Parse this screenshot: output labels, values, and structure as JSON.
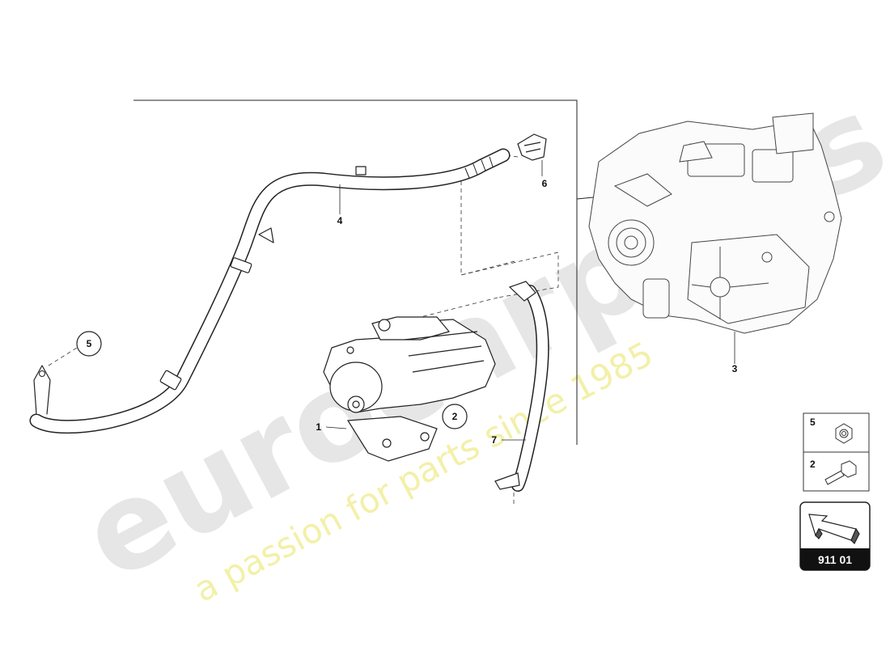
{
  "watermark": {
    "brand": "eurocarparts",
    "tagline": "a passion for parts since 1985",
    "brand_color": "#e6e6e6",
    "tagline_color": "#f3f0a8"
  },
  "callouts": {
    "starter": "1",
    "bolt": "2",
    "gearbox": "3",
    "cable_main": "4",
    "nut": "5",
    "cover_cap": "6",
    "cable_ground": "7"
  },
  "legend": {
    "rows": [
      {
        "number": "5",
        "part": "nut-icon"
      },
      {
        "number": "2",
        "part": "bolt-icon"
      }
    ]
  },
  "reference": {
    "code": "911 01",
    "arrow": "direction-arrow-icon"
  }
}
